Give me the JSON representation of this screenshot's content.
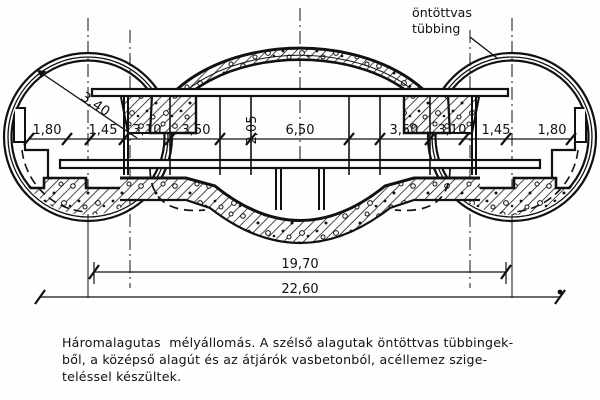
{
  "figure": {
    "kind": "engineering-cross-section",
    "subject": "Three-tunnel deep metro station cross section",
    "annotations": {
      "tubbing_label_line1": "öntöttvas",
      "tubbing_label_line2": "tübbing",
      "radius_label": "3,40"
    },
    "dimension_chain": [
      {
        "id": "d1",
        "label": "1,80"
      },
      {
        "id": "d2",
        "label": "1,45"
      },
      {
        "id": "d3",
        "label": "3,10"
      },
      {
        "id": "d4",
        "label": "3,50"
      },
      {
        "id": "d5",
        "label": "2,05"
      },
      {
        "id": "d6",
        "label": "6,50"
      },
      {
        "id": "d7",
        "label": "3,50"
      },
      {
        "id": "d8",
        "label": "3,10"
      },
      {
        "id": "d9",
        "label": "1,45"
      },
      {
        "id": "d10",
        "label": "1,80"
      }
    ],
    "overall_dimensions": [
      {
        "id": "inner",
        "label": "19,70"
      },
      {
        "id": "outer",
        "label": "22,60"
      }
    ],
    "colors": {
      "ink": "#111111",
      "paper": "#fefefe",
      "hatch": "#111111"
    }
  },
  "caption": {
    "line1": "Háromalagutas  mélyállomás. A szélső alagutak öntöttvas tübbingek-",
    "line2": "ből, a középső alagút és az átjárók vasbetonból, acéllemez szige-",
    "line3": "teléssel készültek."
  }
}
